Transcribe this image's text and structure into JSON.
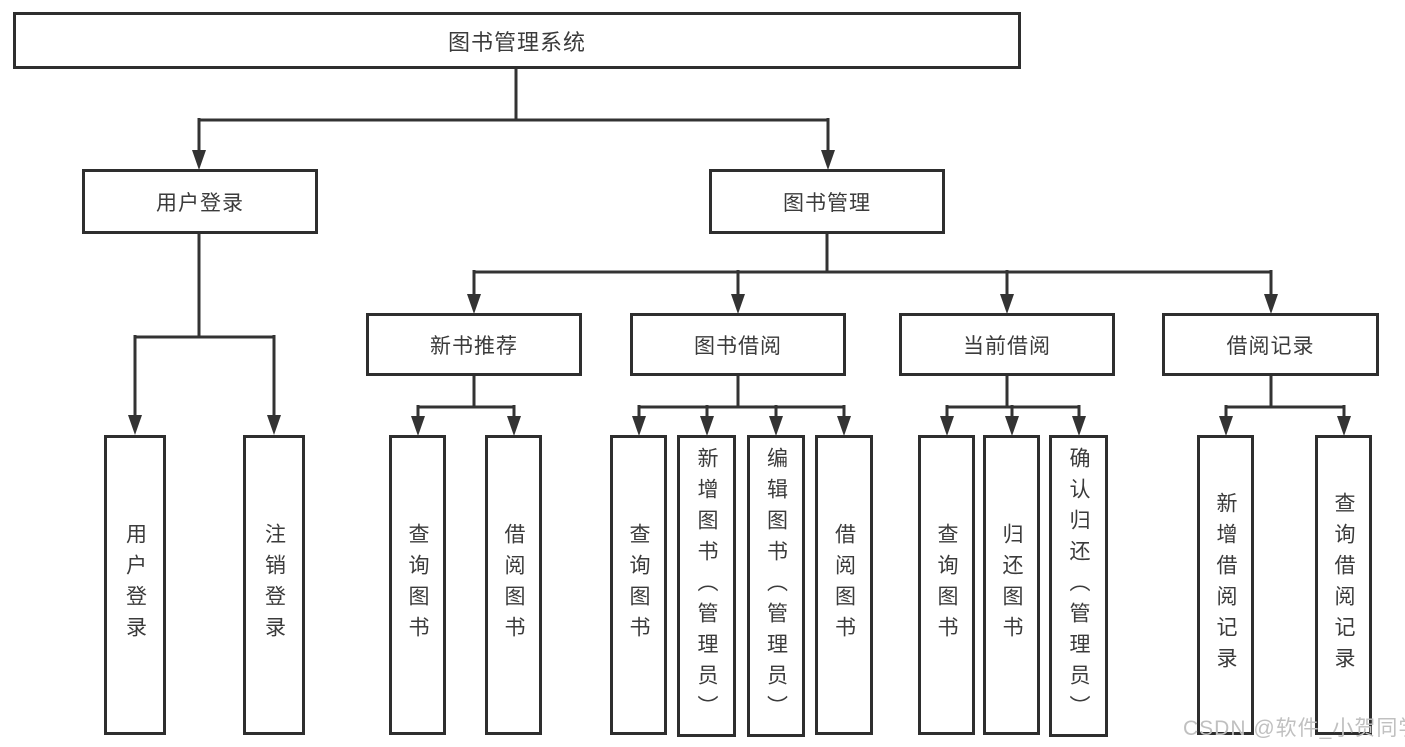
{
  "colors": {
    "box_border": "#2e2e2e",
    "connector_line": "#333333",
    "text": "#3b3b3b",
    "background": "#ffffff",
    "watermark": "#c0c0c0"
  },
  "watermark": {
    "text": "CSDN @软件_小贺同学"
  },
  "diagram": {
    "root": {
      "label": "图书管理系统"
    },
    "branches": [
      {
        "label": "用户登录",
        "children": [
          {
            "label": "用户登录"
          },
          {
            "label": "注销登录"
          }
        ]
      },
      {
        "label": "图书管理",
        "children": [
          {
            "label": "新书推荐",
            "children": [
              {
                "label": "查询图书"
              },
              {
                "label": "借阅图书"
              }
            ]
          },
          {
            "label": "图书借阅",
            "children": [
              {
                "label": "查询图书"
              },
              {
                "label": "新增图书（管理员）"
              },
              {
                "label": "编辑图书（管理员）"
              },
              {
                "label": "借阅图书"
              }
            ]
          },
          {
            "label": "当前借阅",
            "children": [
              {
                "label": "查询图书"
              },
              {
                "label": "归还图书"
              },
              {
                "label": "确认归还（管理员）"
              }
            ]
          },
          {
            "label": "借阅记录",
            "children": [
              {
                "label": "新增借阅记录"
              },
              {
                "label": "查询借阅记录"
              }
            ]
          }
        ]
      }
    ]
  }
}
